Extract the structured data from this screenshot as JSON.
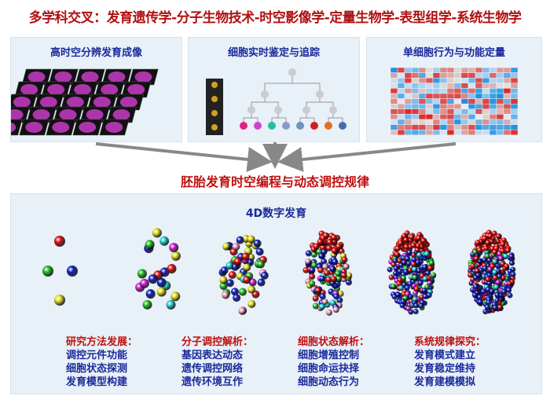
{
  "title": "多学科交叉：发育遗传学-分子生物技术-时空影像学-定量生物学-表型组学-系统生物学",
  "panels": [
    {
      "title": "高时空分辨发育成像"
    },
    {
      "title": "细胞实时鉴定与追踪"
    },
    {
      "title": "单细胞行为与功能定量"
    }
  ],
  "subtitle": "胚胎发育时空编程与动态调控规律",
  "bottom": {
    "title": "4D数字发育",
    "columns": [
      {
        "heading": "研究方法发展：",
        "items": [
          "调控元件功能",
          "细胞状态探测",
          "发育模型构建"
        ]
      },
      {
        "heading": "分子调控解析：",
        "items": [
          "基因表达动态",
          "遗传调控网络",
          "遗传环境互作"
        ]
      },
      {
        "heading": "细胞状态解析：",
        "items": [
          "细胞增殖控制",
          "细胞命运抉择",
          "细胞动态行为"
        ]
      },
      {
        "heading": "系统规律探究：",
        "items": [
          "发育模式建立",
          "发育稳定维持",
          "发育建模模拟"
        ]
      }
    ]
  },
  "colors": {
    "title": "#b01010",
    "heading": "#1a2a9a",
    "panel": "#e8f0f8"
  }
}
